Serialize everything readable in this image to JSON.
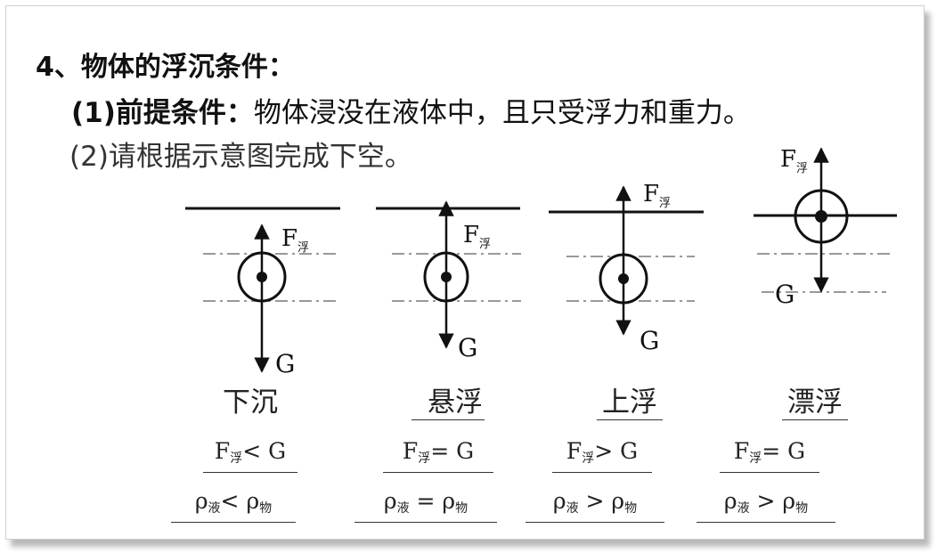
{
  "heading": "4、物体的浮沉条件：",
  "premise": {
    "label": "(1)前提条件：",
    "text": "物体浸没在液体中，且只受浮力和重力。"
  },
  "instruction": "(2)请根据示意图完成下空。",
  "force_labels": {
    "buoyancy": "F",
    "buoyancy_sub": "浮",
    "gravity": "G"
  },
  "states": [
    {
      "name": "下沉",
      "force_left": "F",
      "force_sub": "浮",
      "force_rel": "< G",
      "density_left": "ρ",
      "density_left_sub": "液",
      "density_rel": "< ρ",
      "density_right_sub": "物"
    },
    {
      "name": "悬浮",
      "force_left": "F",
      "force_sub": "浮",
      "force_rel": "= G",
      "density_left": "ρ",
      "density_left_sub": "液",
      "density_rel": " = ρ",
      "density_right_sub": "物"
    },
    {
      "name": "上浮",
      "force_left": "F",
      "force_sub": "浮",
      "force_rel": "> G",
      "density_left": "ρ",
      "density_left_sub": "液",
      "density_rel": " > ρ",
      "density_right_sub": "物"
    },
    {
      "name": "漂浮",
      "force_left": "F",
      "force_sub": "浮",
      "force_rel": "= G",
      "density_left": "ρ",
      "density_left_sub": "液",
      "density_rel": " > ρ",
      "density_right_sub": "物"
    }
  ]
}
